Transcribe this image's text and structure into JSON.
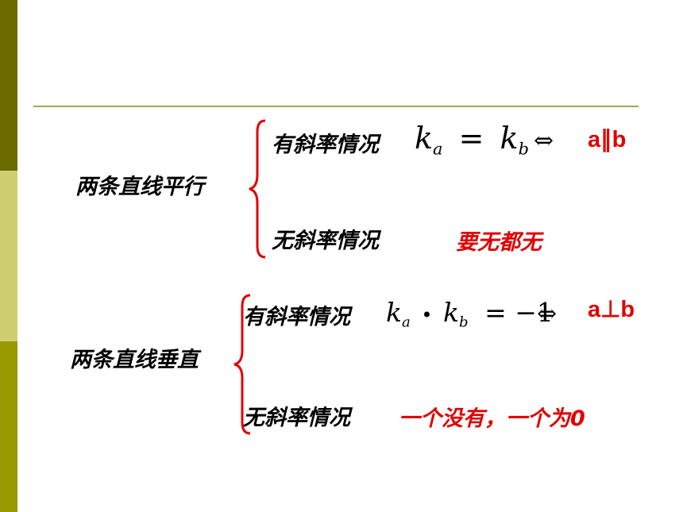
{
  "slide": {
    "parallel": {
      "label": "两条直线平行",
      "has_slope": "有斜率情况",
      "no_slope": "无斜率情况",
      "formula": {
        "k": "k",
        "sub_a": "a",
        "eq": "=",
        "sub_b": "b",
        "iff": "⇔"
      },
      "relation": "a∥b",
      "no_slope_condition": "要无都无"
    },
    "perpendicular": {
      "label": "两条直线垂直",
      "has_slope": "有斜率情况",
      "no_slope": "无斜率情况",
      "formula": {
        "k": "k",
        "sub_a": "a",
        "dot": "•",
        "sub_b": "b",
        "eq": "= −1",
        "iff": "⇔"
      },
      "relation": "a⊥b",
      "no_slope_condition": "一个没有，一个为0"
    }
  },
  "colors": {
    "accent_red": "#e00000",
    "bar_dark": "#6b6b00",
    "bar_light": "#cfcf72",
    "bar_mid": "#999900",
    "rule": "#a8a84a"
  }
}
